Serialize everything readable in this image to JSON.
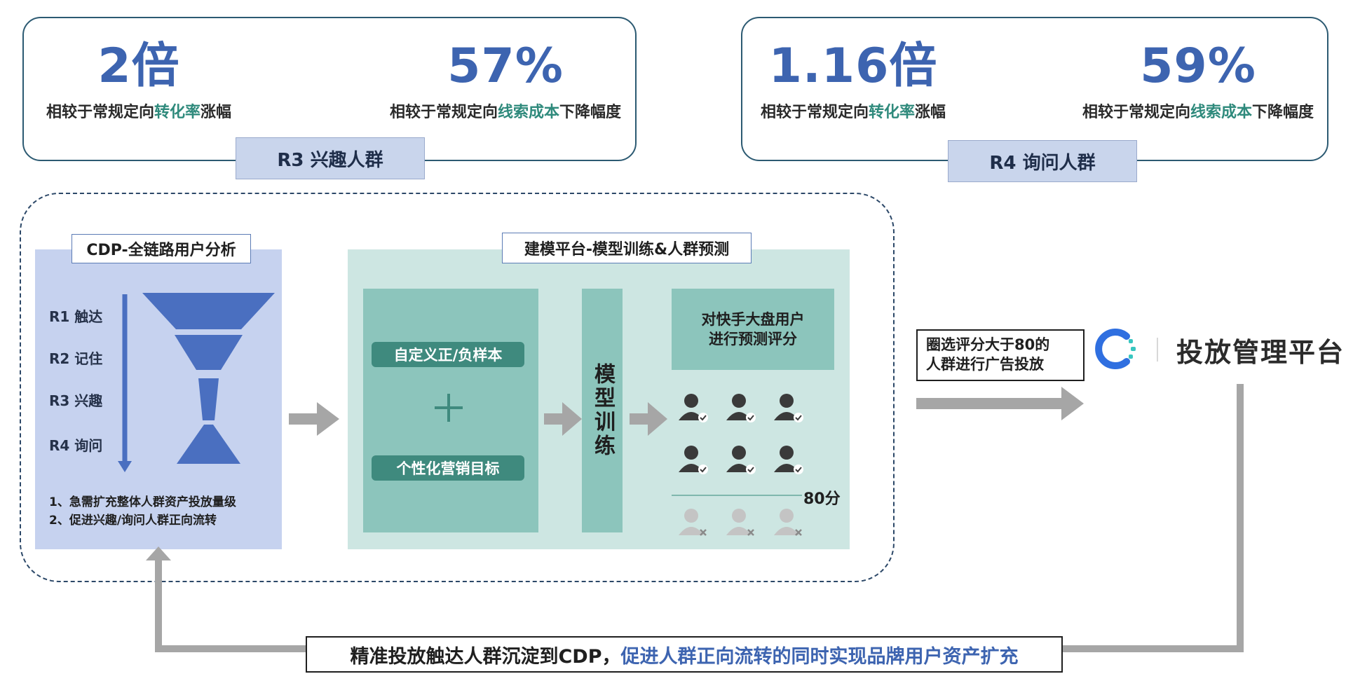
{
  "r3": {
    "metric1": {
      "value": "2倍",
      "desc_pre": "相较于常规定向",
      "desc_hl": "转化率",
      "desc_post": "涨幅"
    },
    "metric2": {
      "value": "57%",
      "desc_pre": "相较于常规定向",
      "desc_hl": "线索成本",
      "desc_post": "下降幅度"
    },
    "label": "R3 兴趣人群"
  },
  "r4": {
    "metric1": {
      "value": "1.16倍",
      "desc_pre": "相较于常规定向",
      "desc_hl": "转化率",
      "desc_post": "涨幅"
    },
    "metric2": {
      "value": "59%",
      "desc_pre": "相较于常规定向",
      "desc_hl": "线索成本",
      "desc_post": "下降幅度"
    },
    "label": "R4 询问人群"
  },
  "cdp": {
    "title": "CDP-全链路用户分析",
    "stages": [
      "R1 触达",
      "R2 记住",
      "R3 兴趣",
      "R4 询问"
    ],
    "notes": [
      "1、急需扩充整体人群资产投放量级",
      "2、促进兴趣/询问人群正向流转"
    ]
  },
  "model": {
    "title": "建模平台-模型训练&人群预测",
    "sample_label": "自定义正/负样本",
    "goal_label": "个性化营销目标",
    "train_chars": "模型训练",
    "predict_line1": "对快手大盘用户",
    "predict_line2": "进行预测评分",
    "threshold": "80分"
  },
  "delivery": {
    "callout_line1": "圈选评分大于80的",
    "callout_line2": "人群进行广告投放",
    "platform_name": "投放管理平台"
  },
  "feedback": {
    "text_main": "精准投放触达人群沉淀到CDP，",
    "text_accent": "促进人群正向流转的同时实现品牌用户资产扩充"
  },
  "colors": {
    "value_blue": "#3d64b0",
    "highlight_teal": "#2f8a7c",
    "funnel_blue": "#4a6fc0",
    "cdp_bg": "#c6d2ef",
    "model_bg": "#cde6e2",
    "box_teal": "#8cc5bc",
    "pill_teal": "#3f8a7e",
    "arrow_gray": "#a6a6a6",
    "logo_blue": "#2f6fe0",
    "logo_teal": "#38c6c0"
  }
}
